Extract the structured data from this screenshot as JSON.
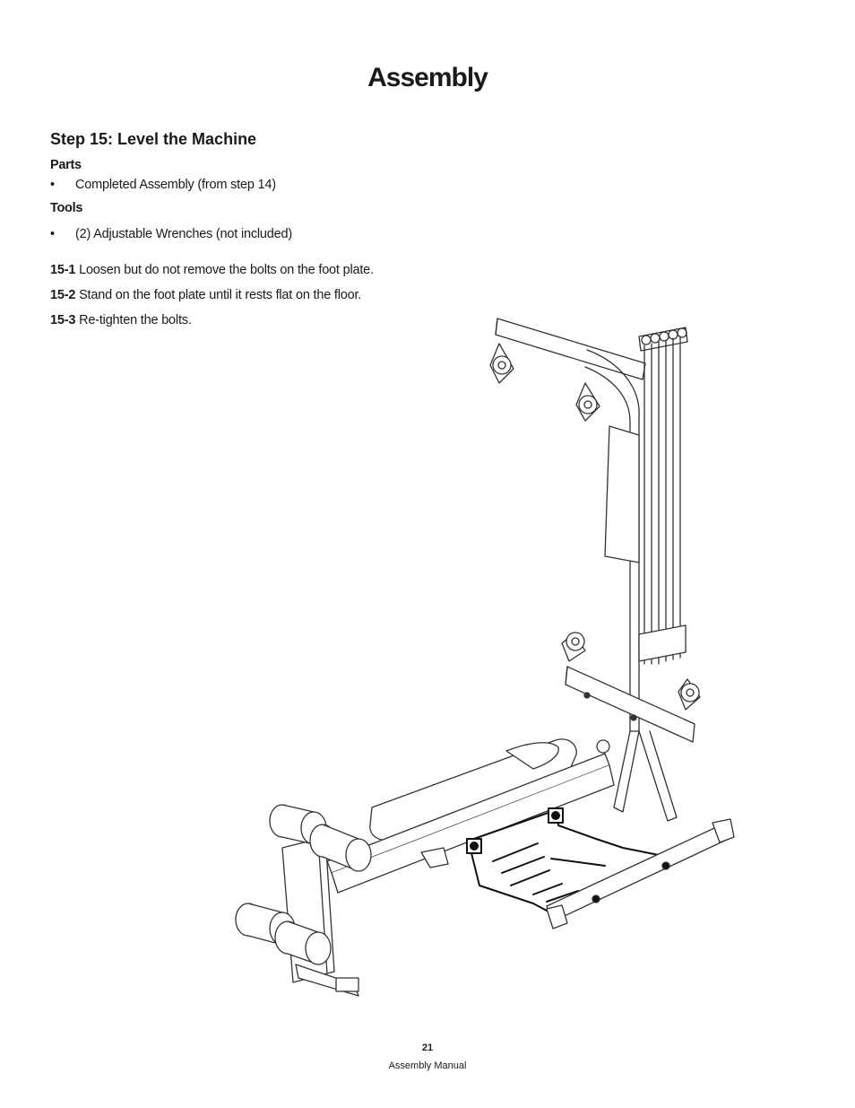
{
  "page": {
    "title": "Assembly",
    "step_heading": "Step 15: Level the Machine",
    "parts_label": "Parts",
    "parts_items": [
      "Completed Assembly (from step 14)"
    ],
    "tools_label": "Tools",
    "tools_items": [
      "(2) Adjustable Wrenches (not included)"
    ],
    "bullet_glyph": "•",
    "instructions": [
      {
        "num": "15-1",
        "text": "Loosen but do not remove the bolts on the foot plate."
      },
      {
        "num": "15-2",
        "text": "Stand on the foot plate until it rests flat on the floor."
      },
      {
        "num": "15-3",
        "text": "Re-tighten the bolts."
      }
    ],
    "page_number": "21",
    "footer": "Assembly Manual"
  }
}
